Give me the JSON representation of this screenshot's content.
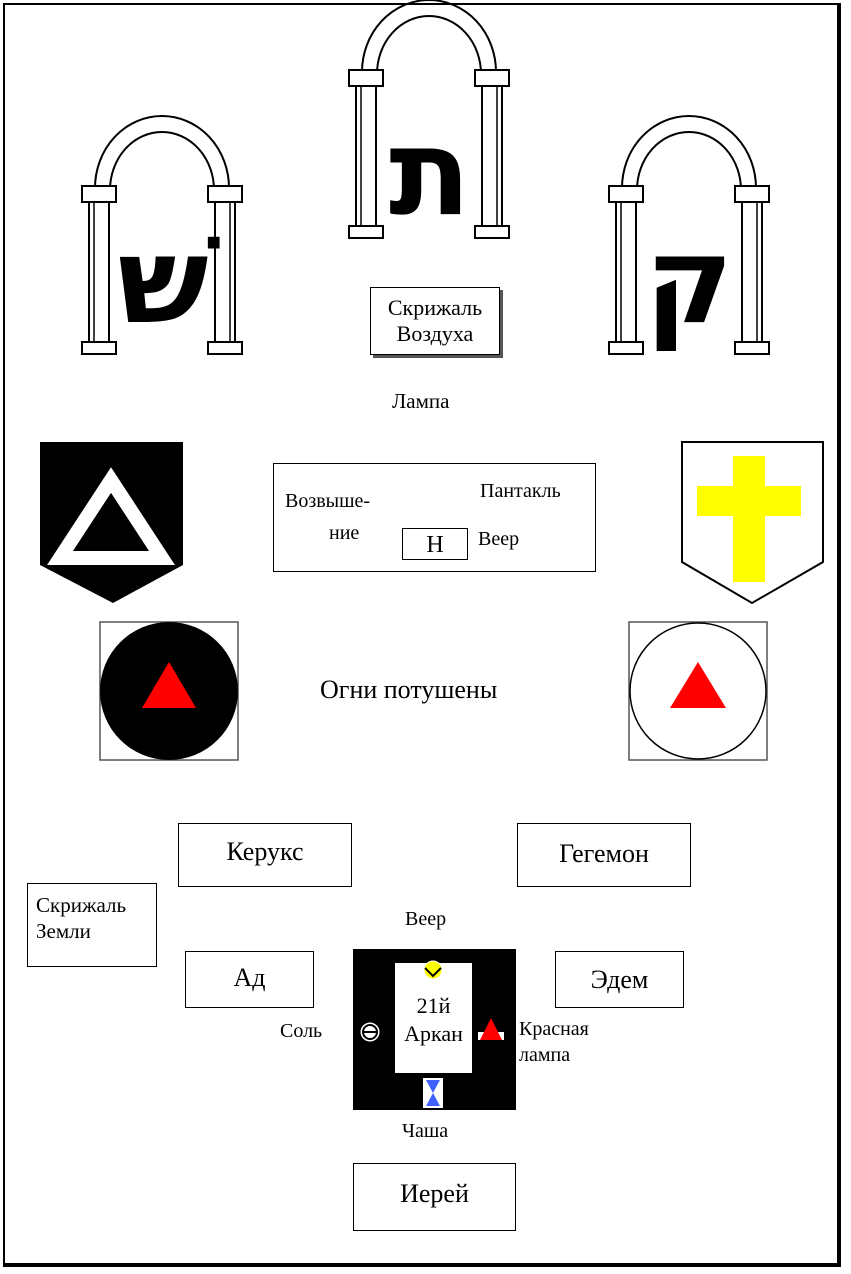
{
  "pillars": {
    "left_letter": "שׁ",
    "center_letter": "ת",
    "right_letter": "ק"
  },
  "air_tablet": {
    "line1": "Скрижаль",
    "line2": "Воздуха"
  },
  "lamp_label": "Лампа",
  "altar_top": {
    "elevation_line1": "Возвыше-",
    "elevation_line2": "ние",
    "pentacle": "Пантакль",
    "fan_letter": "H",
    "fan": "Веер"
  },
  "banners": {
    "left_color": "#000000",
    "right_cross_color": "#ffff00"
  },
  "fires_out": "Огни потушены",
  "fire_triangle_color": "#ff0000",
  "kerux": "Керукс",
  "hegemon": "Гегемон",
  "earth_tablet": {
    "line1": "Скрижаль",
    "line2": "Земли"
  },
  "fan_label": "Веер",
  "hell": "Ад",
  "eden": "Эдем",
  "altar": {
    "card_line1": "21й",
    "card_line2": "Аркан"
  },
  "salt": "Соль",
  "red_lamp": {
    "line1": "Красная",
    "line2": "лампа"
  },
  "cup": "Чаша",
  "priest": "Иерей",
  "colors": {
    "fan_symbol": "#ffff00",
    "cup_symbol": "#4060ff",
    "lamp_symbol": "#ff0000"
  }
}
